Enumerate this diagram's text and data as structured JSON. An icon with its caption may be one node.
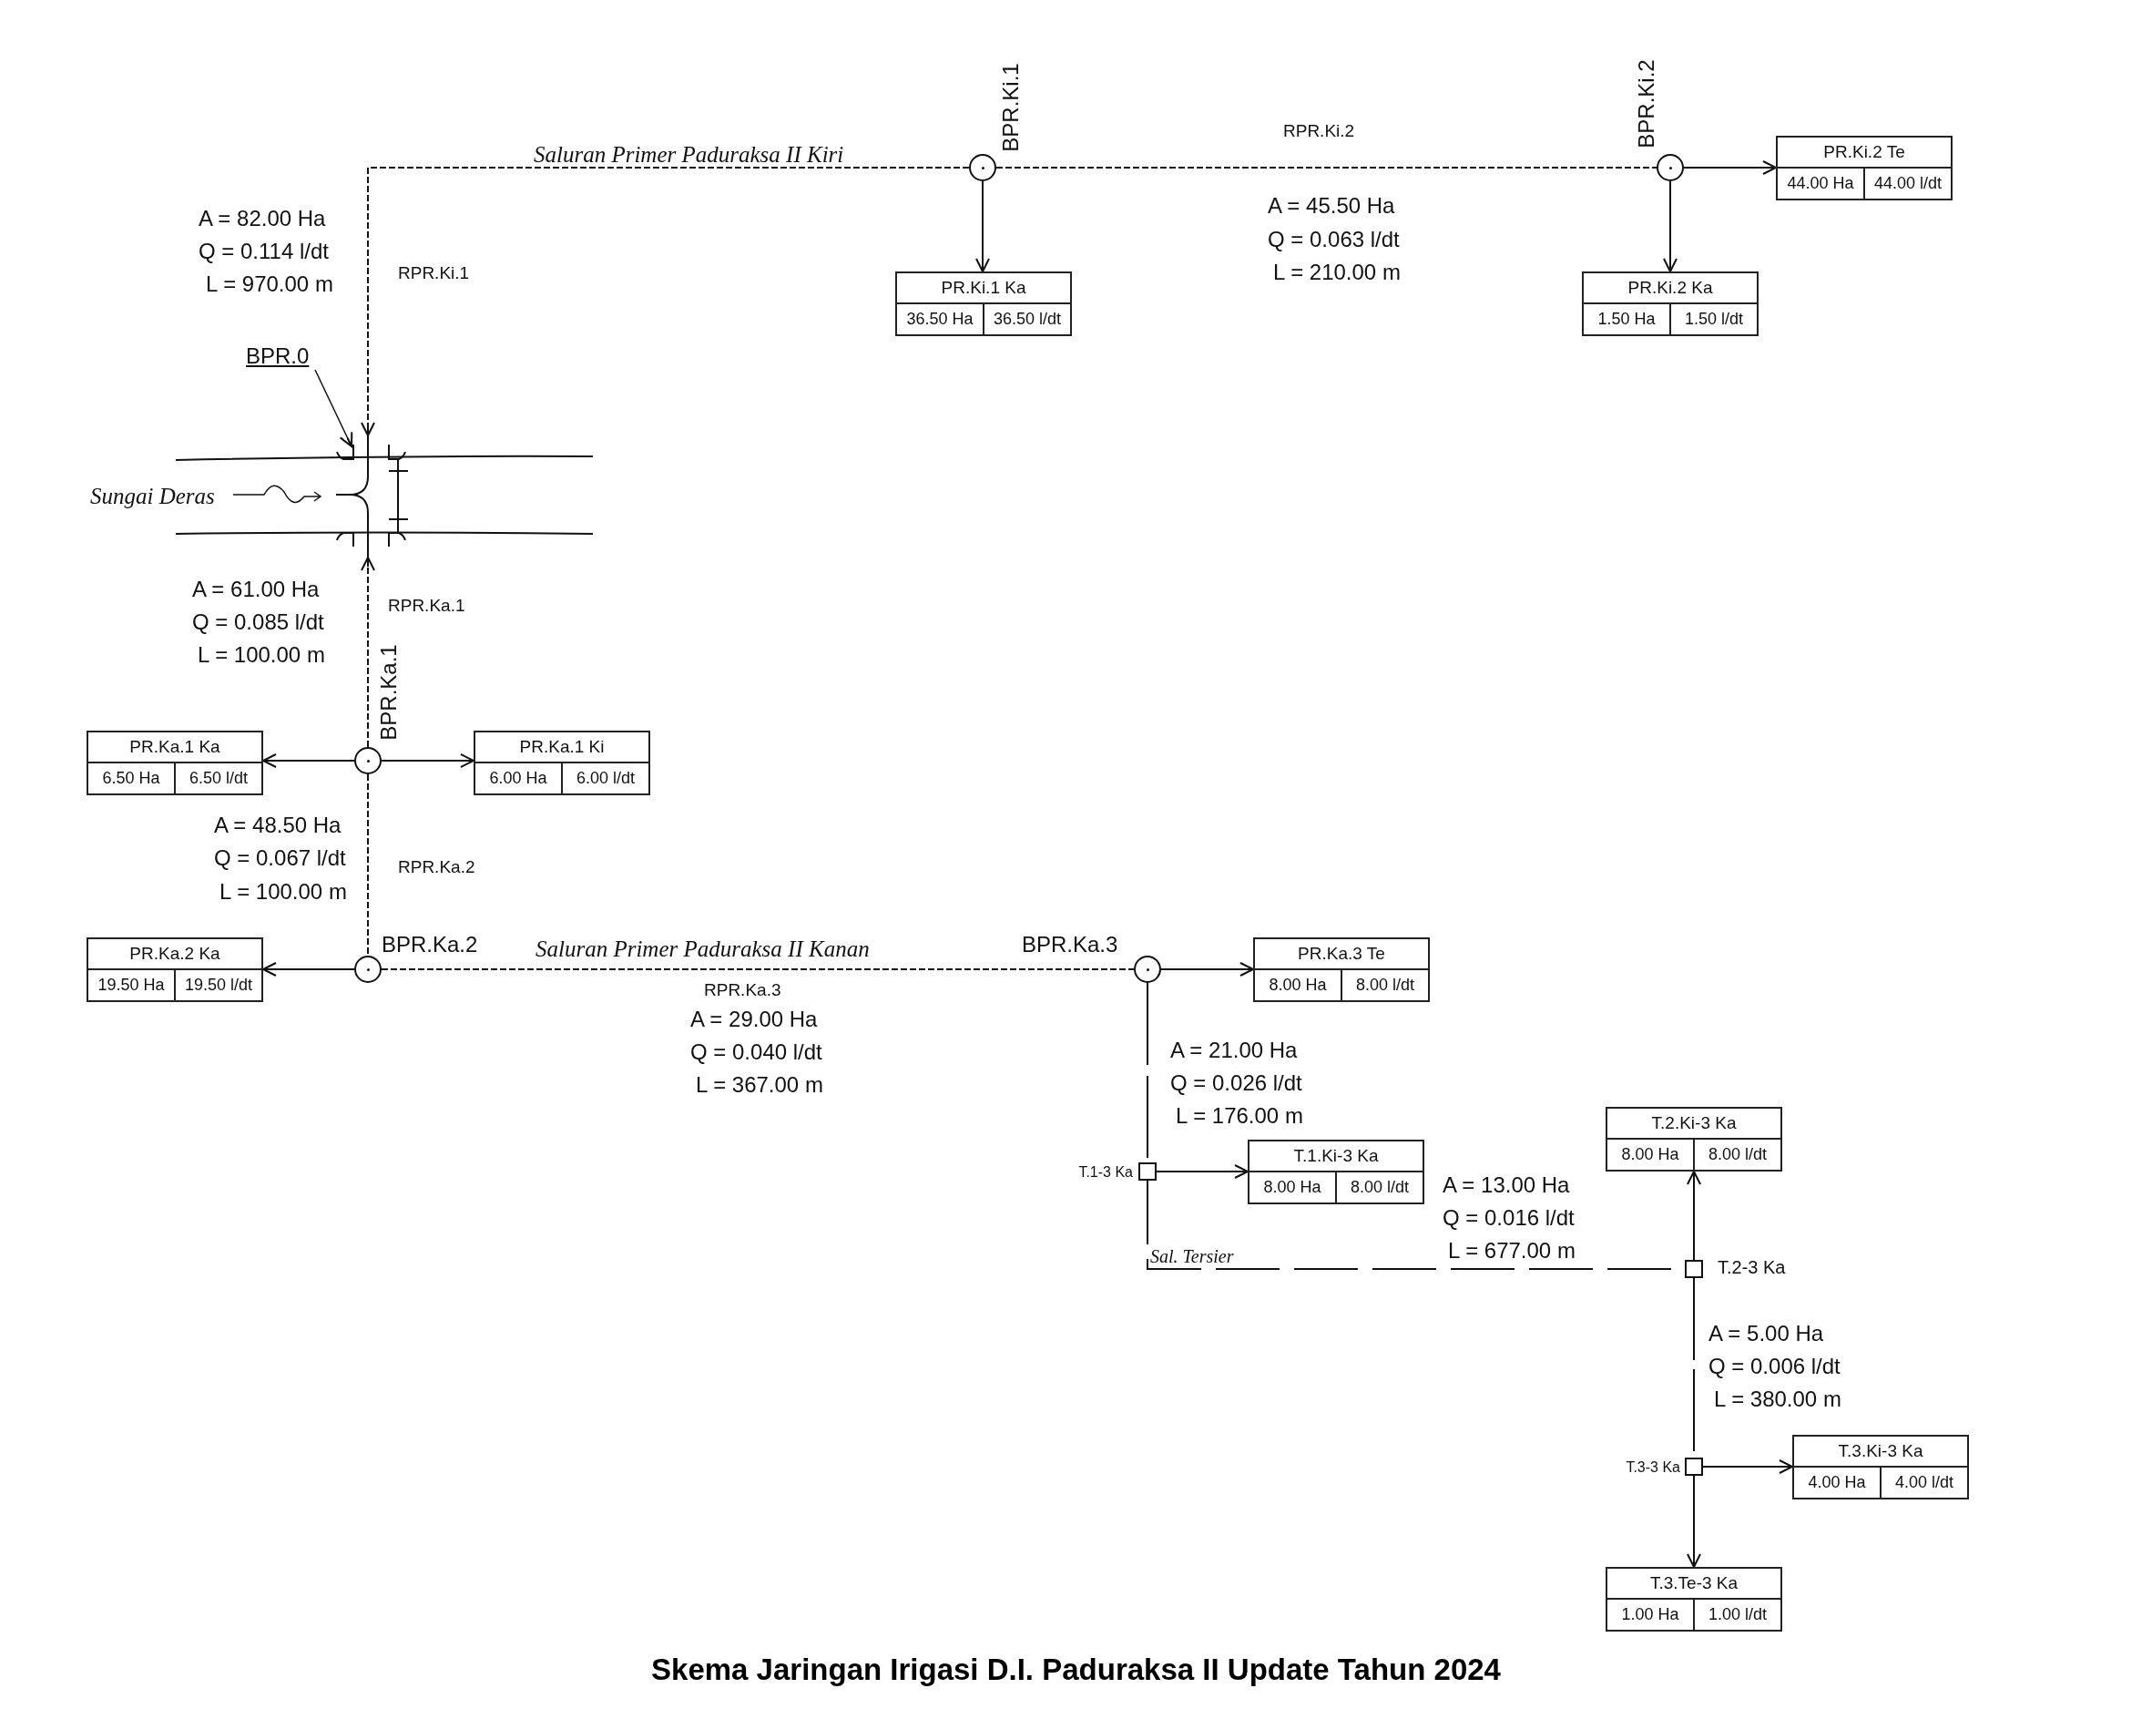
{
  "diagram": {
    "caption": "Skema Jaringan Irigasi D.I. Paduraksa II Update Tahun 2024",
    "nodes": [
      {
        "text": [],
        "shape": "circle",
        "beside": [
          "BPR.Ki.1"
        ]
      },
      {
        "text": [],
        "shape": "circle",
        "beside": [
          "BPR.Ki.2"
        ]
      },
      {
        "text": [
          "PR.Ki.2 Te",
          "44.00 Ha",
          "44.00 l/dt"
        ]
      },
      {
        "text": [
          "PR.Ki.1 Ka",
          "36.50 Ha",
          "36.50 l/dt"
        ]
      },
      {
        "text": [
          "PR.Ki.2 Ka",
          "1.50 Ha",
          "1.50 l/dt"
        ]
      },
      {
        "text": [
          "BPR.0"
        ]
      },
      {
        "text": [],
        "shape": "weir"
      },
      {
        "text": [],
        "shape": "circle",
        "beside": [
          "BPR.Ka.1"
        ]
      },
      {
        "text": [
          "PR.Ka.1 Ka",
          "6.50 Ha",
          "6.50 l/dt"
        ]
      },
      {
        "text": [
          "PR.Ka.1 Ki",
          "6.00 Ha",
          "6.00 l/dt"
        ]
      },
      {
        "text": [],
        "shape": "circle",
        "beside": [
          "BPR.Ka.2"
        ]
      },
      {
        "text": [
          "PR.Ka.2 Ka",
          "19.50 Ha",
          "19.50 l/dt"
        ]
      },
      {
        "text": [],
        "shape": "circle",
        "beside": [
          "BPR.Ka.3"
        ]
      },
      {
        "text": [
          "PR.Ka.3 Te",
          "8.00 Ha",
          "8.00 l/dt"
        ]
      },
      {
        "text": [
          "T.2.Ki-3 Ka",
          "8.00 Ha",
          "8.00 l/dt"
        ]
      },
      {
        "text": [],
        "shape": "box",
        "beside": [
          "T.1-3 Ka"
        ]
      },
      {
        "text": [
          "T.1.Ki-3 Ka",
          "8.00 Ha",
          "8.00 l/dt"
        ]
      },
      {
        "text": [],
        "shape": "box",
        "beside": [
          "T.2-3 Ka"
        ]
      },
      {
        "text": [],
        "shape": "box",
        "beside": [
          "T.3-3 Ka"
        ]
      },
      {
        "text": [
          "T.3.Ki-3 Ka",
          "4.00 Ha",
          "4.00 l/dt"
        ]
      },
      {
        "text": [
          "T.3.Te-3 Ka",
          "1.00 Ha",
          "1.00 l/dt"
        ]
      }
    ],
    "edges": [
      {
        "from": 0,
        "to": 6,
        "arrow": "to",
        "style": "dashed"
      },
      {
        "from": 7,
        "to": 6,
        "arrow": "to",
        "style": "dashed"
      },
      {
        "from": 0,
        "to": 1,
        "arrow": "none",
        "style": "dashed"
      },
      {
        "from": 0,
        "to": 3,
        "arrow": "to"
      },
      {
        "from": 1,
        "to": 4,
        "arrow": "to"
      },
      {
        "from": 1,
        "to": 2,
        "arrow": "to"
      },
      {
        "from": 7,
        "to": 8,
        "arrow": "to"
      },
      {
        "from": 7,
        "to": 9,
        "arrow": "to"
      },
      {
        "from": 7,
        "to": 10,
        "arrow": "none",
        "style": "dashed"
      },
      {
        "from": 10,
        "to": 11,
        "arrow": "to"
      },
      {
        "from": 10,
        "to": 12,
        "arrow": "none",
        "style": "dashed"
      },
      {
        "from": 12,
        "to": 13,
        "arrow": "to"
      },
      {
        "from": 12,
        "to": 15,
        "arrow": "none",
        "style": "dashed"
      },
      {
        "from": 15,
        "to": 16,
        "arrow": "to"
      },
      {
        "from": 15,
        "to": 17,
        "arrow": "none",
        "style": "dashed"
      },
      {
        "from": 17,
        "to": 14,
        "arrow": "to"
      },
      {
        "from": 17,
        "to": 18,
        "arrow": "none",
        "style": "dashed"
      },
      {
        "from": 18,
        "to": 19,
        "arrow": "to"
      },
      {
        "from": 18,
        "to": 20,
        "arrow": "to"
      },
      {
        "from": 5,
        "to": 6,
        "arrow": "to"
      }
    ],
    "labels": [
      "Saluran Primer Paduraksa II Kiri",
      "RPR.Ki.2",
      "A = 82.00 Ha",
      "Q = 0.114 l/dt",
      "L = 970.00 m",
      "A = 45.50 Ha",
      "Q = 0.063 l/dt",
      "L = 210.00 m",
      "RPR.Ki.1",
      "Sungai Deras",
      "A = 61.00 Ha",
      "Q = 0.085 l/dt",
      "L = 100.00 m",
      "RPR.Ka.1",
      "A = 48.50 Ha",
      "Q = 0.067 l/dt",
      "L = 100.00 m",
      "RPR.Ka.2",
      "Saluran Primer Paduraksa II Kanan",
      "RPR.Ka.3",
      "A = 29.00 Ha",
      "Q = 0.040 l/dt",
      "L = 367.00 m",
      "A = 21.00 Ha",
      "Q = 0.026 l/dt",
      "L = 176.00 m",
      "A = 13.00 Ha",
      "Q = 0.016 l/dt",
      "L = 677.00 m",
      "Sal. Tersier",
      "A = 5.00 Ha",
      "Q = 0.006 l/dt",
      "L = 380.00 m"
    ]
  }
}
